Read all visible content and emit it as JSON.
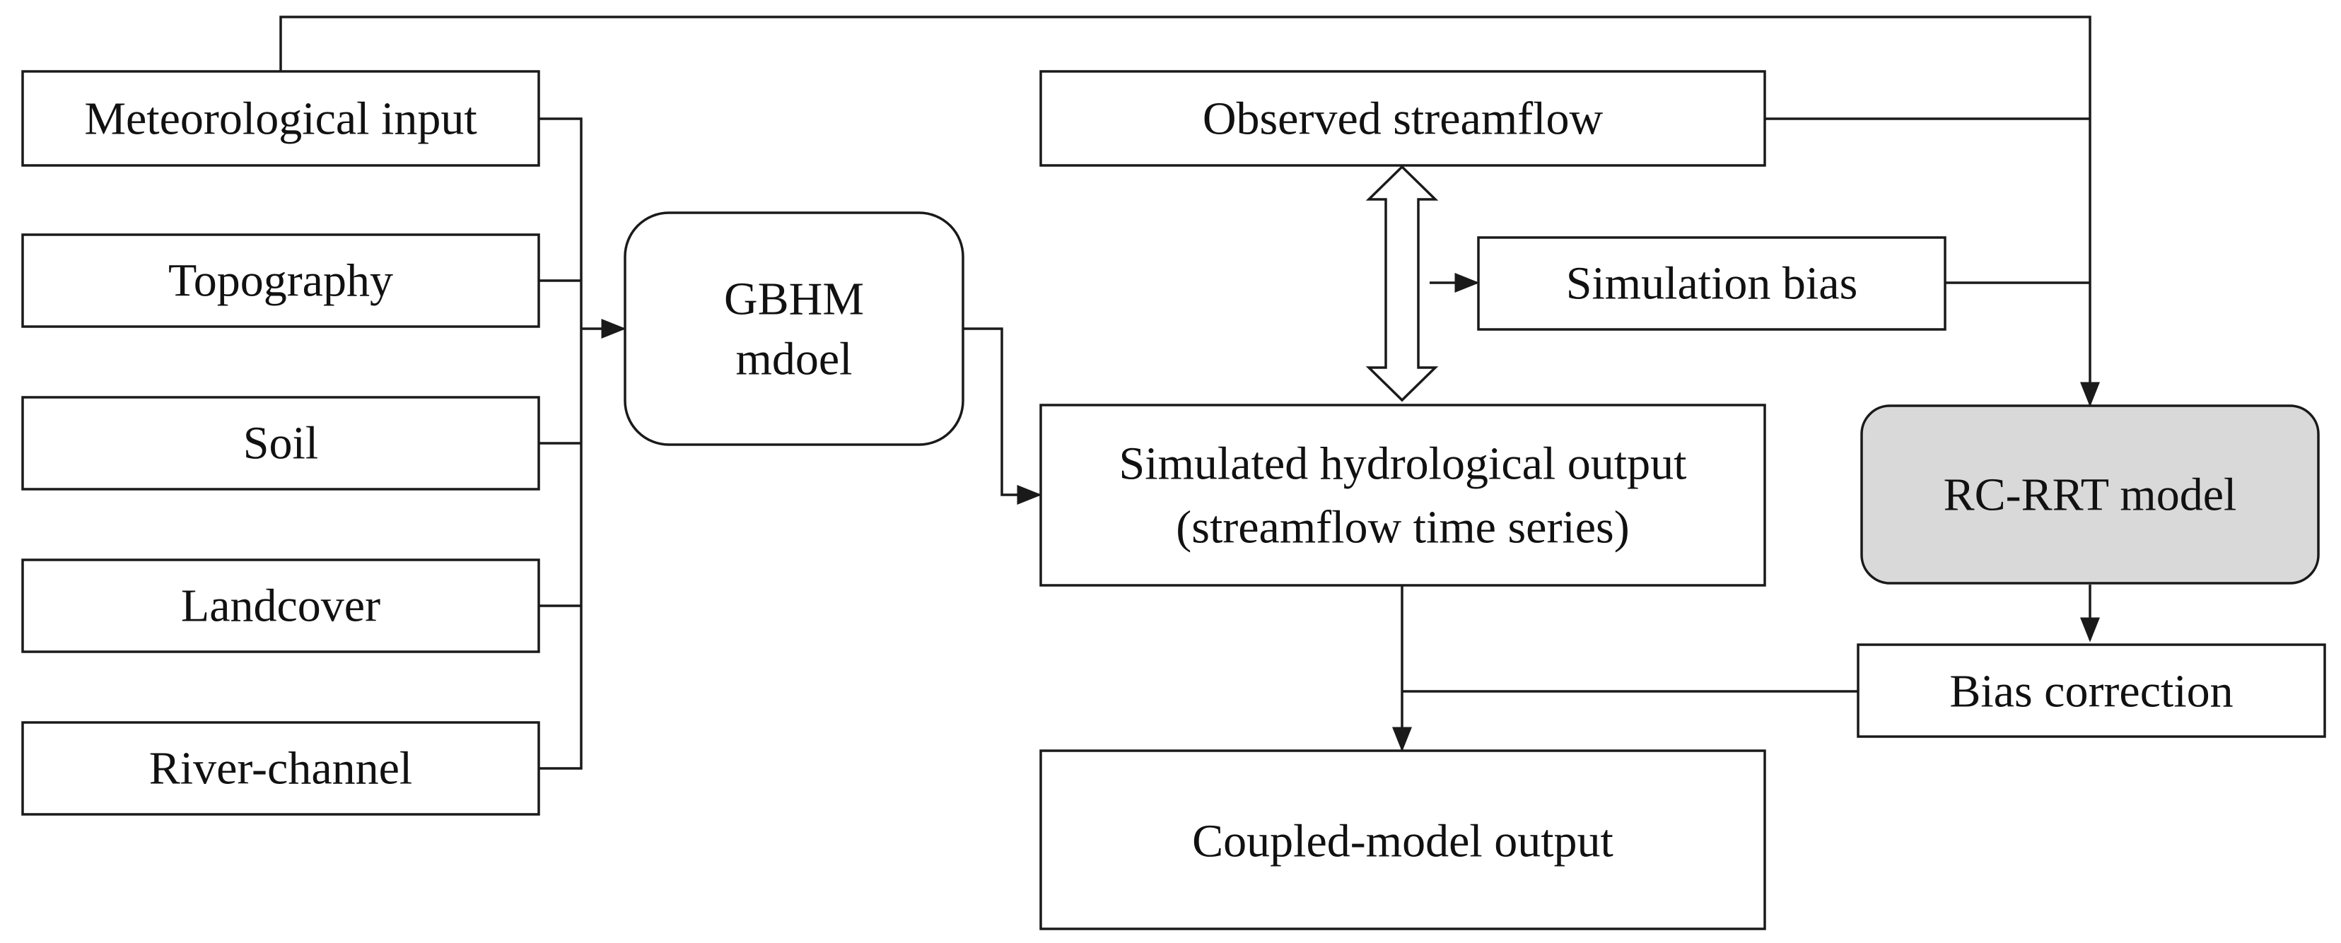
{
  "inputs": {
    "meteorological": "Meteorological input",
    "topography": "Topography",
    "soil": "Soil",
    "landcover": "Landcover",
    "river_channel": "River-channel"
  },
  "gbhm": {
    "line1": "GBHM",
    "line2": "mdoel"
  },
  "observed": "Observed streamflow",
  "bias": "Simulation bias",
  "simulated": {
    "line1": "Simulated hydrological output",
    "line2": "(streamflow time series)"
  },
  "rcrrt": "RC-RRT model",
  "correction": "Bias correction",
  "coupled": "Coupled-model output",
  "colors": {
    "stroke": "#1a1a1a",
    "rcrrt_fill": "#d9d9d9"
  }
}
